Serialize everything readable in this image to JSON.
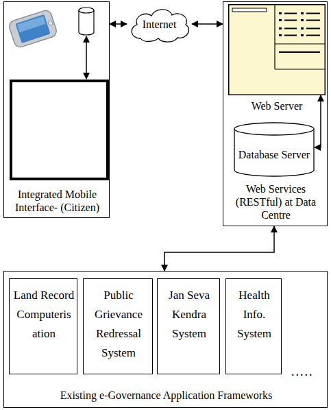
{
  "diagram": {
    "nodes": [
      {
        "text": [
          "Integrated Mobile Interface- (Citizen)"
        ]
      },
      {
        "text": [
          "Internet"
        ]
      },
      {
        "text": [
          "Web Services (RESTful) at Data Centre"
        ]
      },
      {
        "text": [
          "Web Server"
        ],
        "in": 2
      },
      {
        "text": [
          "Database Server"
        ],
        "in": 2
      },
      {
        "text": [
          "Existing e-Governance Application Frameworks"
        ]
      },
      {
        "text": [
          "Land Record Computeris ation"
        ],
        "in": 5
      },
      {
        "text": [
          "Public Grievance Redressal System"
        ],
        "in": 5
      },
      {
        "text": [
          "Jan Seva Kendra System"
        ],
        "in": 5
      },
      {
        "text": [
          "Health Info. System"
        ],
        "in": 5
      }
    ],
    "edges": [
      {
        "from": 0,
        "to": 1,
        "arrow": "both"
      },
      {
        "from": 1,
        "to": 2,
        "arrow": "both"
      },
      {
        "from": 3,
        "to": 4,
        "arrow": "both"
      },
      {
        "from": 2,
        "to": 5,
        "arrow": "both"
      }
    ],
    "labels": [
      "....."
    ]
  }
}
